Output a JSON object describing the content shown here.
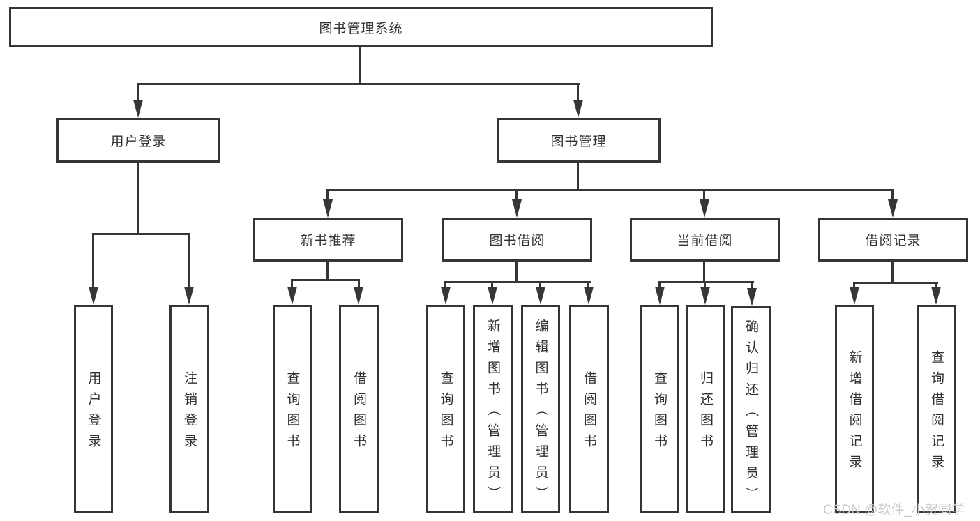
{
  "diagram": {
    "title": "图书管理系统",
    "branches": [
      {
        "label": "用户登录",
        "leaves": [
          "用户登录",
          "注销登录"
        ]
      },
      {
        "label": "图书管理",
        "sections": [
          {
            "label": "新书推荐",
            "leaves": [
              "查询图书",
              "借阅图书"
            ]
          },
          {
            "label": "图书借阅",
            "leaves": [
              "查询图书",
              "新增图书（管理员）",
              "编辑图书（管理员）",
              "借阅图书"
            ]
          },
          {
            "label": "当前借阅",
            "leaves": [
              "查询图书",
              "归还图书",
              "确认归还（管理员）"
            ]
          },
          {
            "label": "借阅记录",
            "leaves": [
              "新增借阅记录",
              "查询借阅记录"
            ]
          }
        ]
      }
    ],
    "watermark": "CSDN @软件_小贺同学",
    "colors": {
      "line": "#363636",
      "text": "#303030",
      "watermark": "#cbcbcb",
      "background": "#ffffff"
    }
  }
}
